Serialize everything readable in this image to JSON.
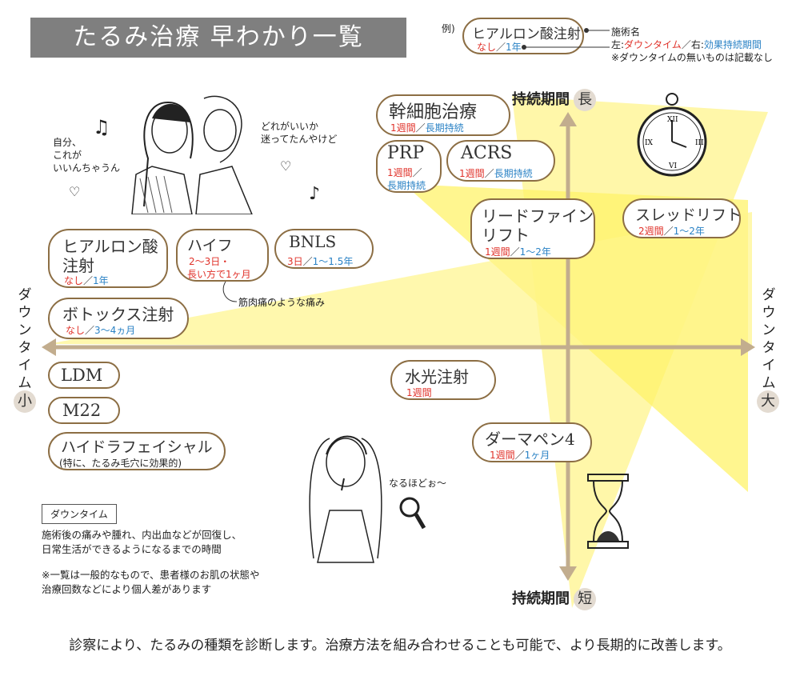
{
  "title": "たるみ治療 早わかり一覧",
  "legend": {
    "prefix": "例)",
    "sample_name": "ヒアルロン酸注射",
    "sample_down": "なし",
    "sample_sep": "／",
    "sample_duration": "1年",
    "label_name": "施術名",
    "label_left_prefix": "左:",
    "label_left": "ダウンタイム",
    "label_right_prefix": "／右:",
    "label_right": "効果持続期間",
    "note": "※ダウンタイムの無いものは記載なし"
  },
  "axes": {
    "top_label": "持続期間",
    "top_char": "長",
    "bottom_label": "持続期間",
    "bottom_char": "短",
    "left_label": "ダウンタイム",
    "left_char": "小",
    "right_label": "ダウンタイム",
    "right_char": "大"
  },
  "treatments": {
    "stem": {
      "name": "幹細胞治療",
      "down": "1週間",
      "sep": "／",
      "dur": "長期持続"
    },
    "prp": {
      "name": "PRP",
      "down": "1週間",
      "sep": "／",
      "dur": "長期持続"
    },
    "acrs": {
      "name": "ACRS",
      "down": "1週間",
      "sep": "／",
      "dur": "長期持続"
    },
    "lead": {
      "name1": "リードファイン",
      "name2": "リフト",
      "down": "1週間",
      "sep": "／",
      "dur": "1〜2年"
    },
    "thread": {
      "name": "スレッドリフト",
      "down": "2週間",
      "sep": "／",
      "dur": "1〜2年"
    },
    "hyaluronic": {
      "name1": "ヒアルロン酸",
      "name2": "注射",
      "down": "なし",
      "sep": "／",
      "dur": "1年"
    },
    "hifu": {
      "name": "ハイフ",
      "down1": "2〜3日・",
      "down2": "長い方で1ヶ月"
    },
    "bnls": {
      "name": "BNLS",
      "down": "3日",
      "sep": "／",
      "dur": "1〜1.5年"
    },
    "botox": {
      "name": "ボトックス注射",
      "down": "なし",
      "sep": "／",
      "dur": "3〜4ヵ月"
    },
    "suiko": {
      "name": "水光注射",
      "down": "1週間"
    },
    "derma": {
      "name": "ダーマペン4",
      "down": "1週間",
      "sep": "／",
      "dur": "1ヶ月"
    },
    "ldm": {
      "name": "LDM"
    },
    "m22": {
      "name": "M22"
    },
    "hydra": {
      "name": "ハイドラフェイシャル",
      "sub": "(特に、たるみ毛穴に効果的)"
    }
  },
  "hifu_note": "筋肉痛のような痛み",
  "speech": {
    "left1": "自分、",
    "left2": "これが",
    "left3": "いいんちゃうん",
    "right1": "どれがいいか",
    "right2": "迷ってたんやけど",
    "bottom": "なるほどぉ〜"
  },
  "definition": {
    "label": "ダウンタイム",
    "text1": "施術後の痛みや腫れ、内出血などが回復し、",
    "text2": "日常生活ができるようになるまでの時間",
    "note1": "※一覧は一般的なもので、患者様のお肌の状態や",
    "note2": "治療回数などにより個人差があります"
  },
  "footer": "診察により、たるみの種類を診断します。治療方法を組み合わせることも可能で、より長期的に改善します。",
  "colors": {
    "yellow": "#fff36a",
    "axis": "#c2ad8e",
    "border": "#8c6e44",
    "red": "#e0322a",
    "blue": "#2a82c5"
  }
}
